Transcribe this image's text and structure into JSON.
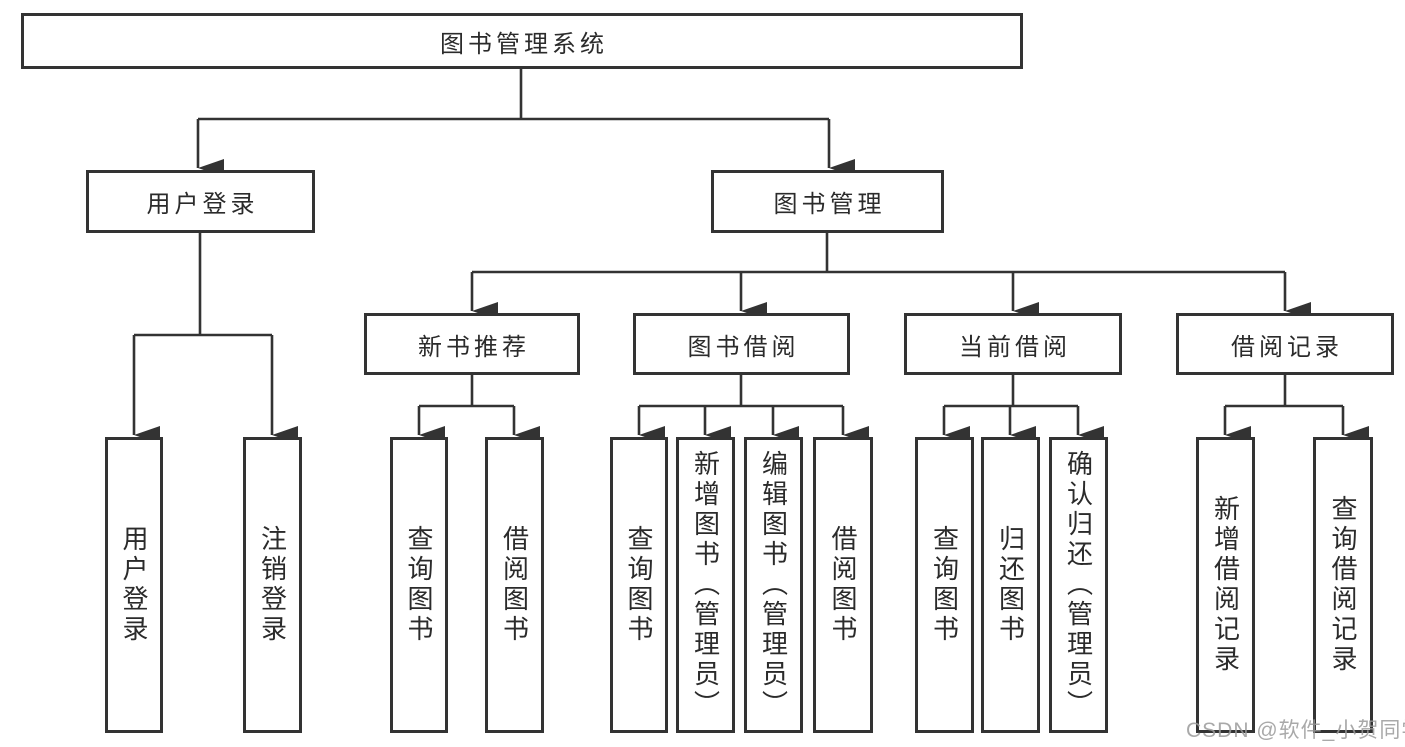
{
  "diagram": {
    "root": {
      "label": "图书管理系统"
    },
    "level1": [
      {
        "label": "用户登录",
        "children": [
          {
            "label": "用户登录"
          },
          {
            "label": "注销登录"
          }
        ]
      },
      {
        "label": "图书管理",
        "children": [
          {
            "label": "新书推荐",
            "children": [
              {
                "label": "查询图书"
              },
              {
                "label": "借阅图书"
              }
            ]
          },
          {
            "label": "图书借阅",
            "children": [
              {
                "label": "查询图书"
              },
              {
                "label": "新增图书（管理员）"
              },
              {
                "label": "编辑图书（管理员）"
              },
              {
                "label": "借阅图书"
              }
            ]
          },
          {
            "label": "当前借阅",
            "children": [
              {
                "label": "查询图书"
              },
              {
                "label": "归还图书"
              },
              {
                "label": "确认归还（管理员）"
              }
            ]
          },
          {
            "label": "借阅记录",
            "children": [
              {
                "label": "新增借阅记录"
              },
              {
                "label": "查询借阅记录"
              }
            ]
          }
        ]
      }
    ],
    "watermark": "CSDN @软件_小贺同学",
    "colors": {
      "line": "#333333",
      "text": "#2b2b2b",
      "box_background": "#ffffff",
      "page_background": "#ffffff",
      "watermark": "#9b9b9b"
    }
  }
}
